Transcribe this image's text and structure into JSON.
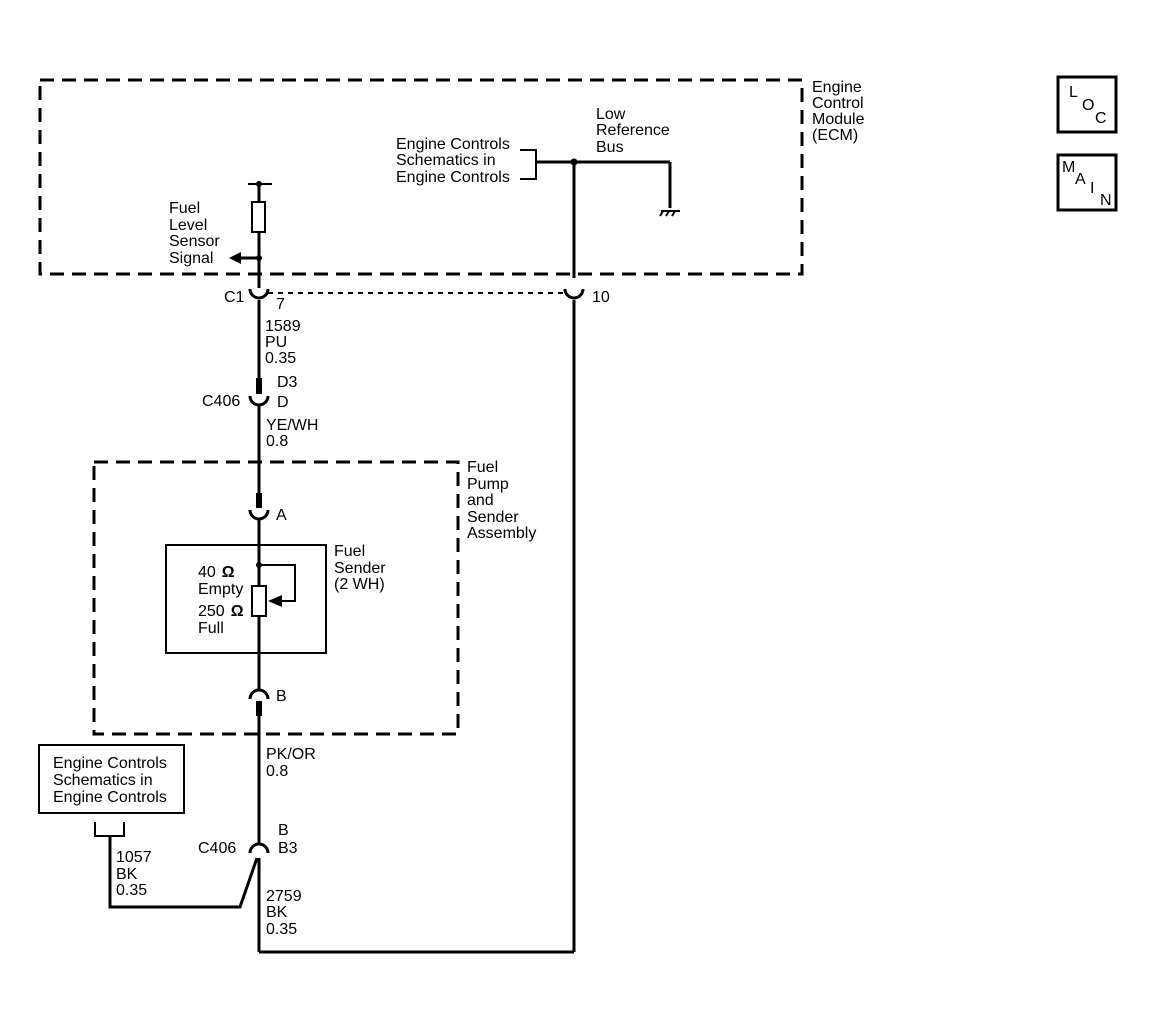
{
  "ecm": {
    "line1": "Engine",
    "line2": "Control",
    "line3": "Module",
    "line4": "(ECM)"
  },
  "ref_top": {
    "line1": "Engine Controls",
    "line2": "Schematics in",
    "line3": "Engine Controls"
  },
  "low_ref": {
    "line1": "Low",
    "line2": "Reference",
    "line3": "Bus"
  },
  "fuel_signal": {
    "line1": "Fuel",
    "line2": "Level",
    "line3": "Sensor",
    "line4": "Signal"
  },
  "connector_c1": {
    "name": "C1",
    "pin_a": "7",
    "pin_b": "10"
  },
  "wire_1589": {
    "circuit": "1589",
    "color": "PU",
    "gauge": "0.35"
  },
  "connector_c406_top": {
    "name": "C406",
    "pin_upper": "D3",
    "pin_lower": "D"
  },
  "wire_yewh": {
    "color": "YE/WH",
    "gauge": "0.8"
  },
  "pump_assembly": {
    "line1": "Fuel",
    "line2": "Pump",
    "line3": "and",
    "line4": "Sender",
    "line5": "Assembly",
    "pin_a": "A",
    "pin_b": "B"
  },
  "fuel_sender": {
    "line1": "Fuel",
    "line2": "Sender",
    "line3": "(2 WH)",
    "r_empty_value": "40",
    "r_empty_label": "Empty",
    "r_full_value": "250",
    "r_full_label": "Full",
    "ohm": "Ω"
  },
  "wire_pkor": {
    "color": "PK/OR",
    "gauge": "0.8"
  },
  "ref_bottom": {
    "line1": "Engine Controls",
    "line2": "Schematics in",
    "line3": "Engine Controls"
  },
  "wire_1057": {
    "circuit": "1057",
    "color": "BK",
    "gauge": "0.35"
  },
  "connector_c406_bottom": {
    "name": "C406",
    "pin_upper": "B",
    "pin_lower": "B3"
  },
  "wire_2759": {
    "circuit": "2759",
    "color": "BK",
    "gauge": "0.35"
  },
  "nav": {
    "loc": {
      "c1": "L",
      "c2": "O",
      "c3": "C"
    },
    "main": {
      "c1": "M",
      "c2": "A",
      "c3": "I",
      "c4": "N"
    }
  }
}
